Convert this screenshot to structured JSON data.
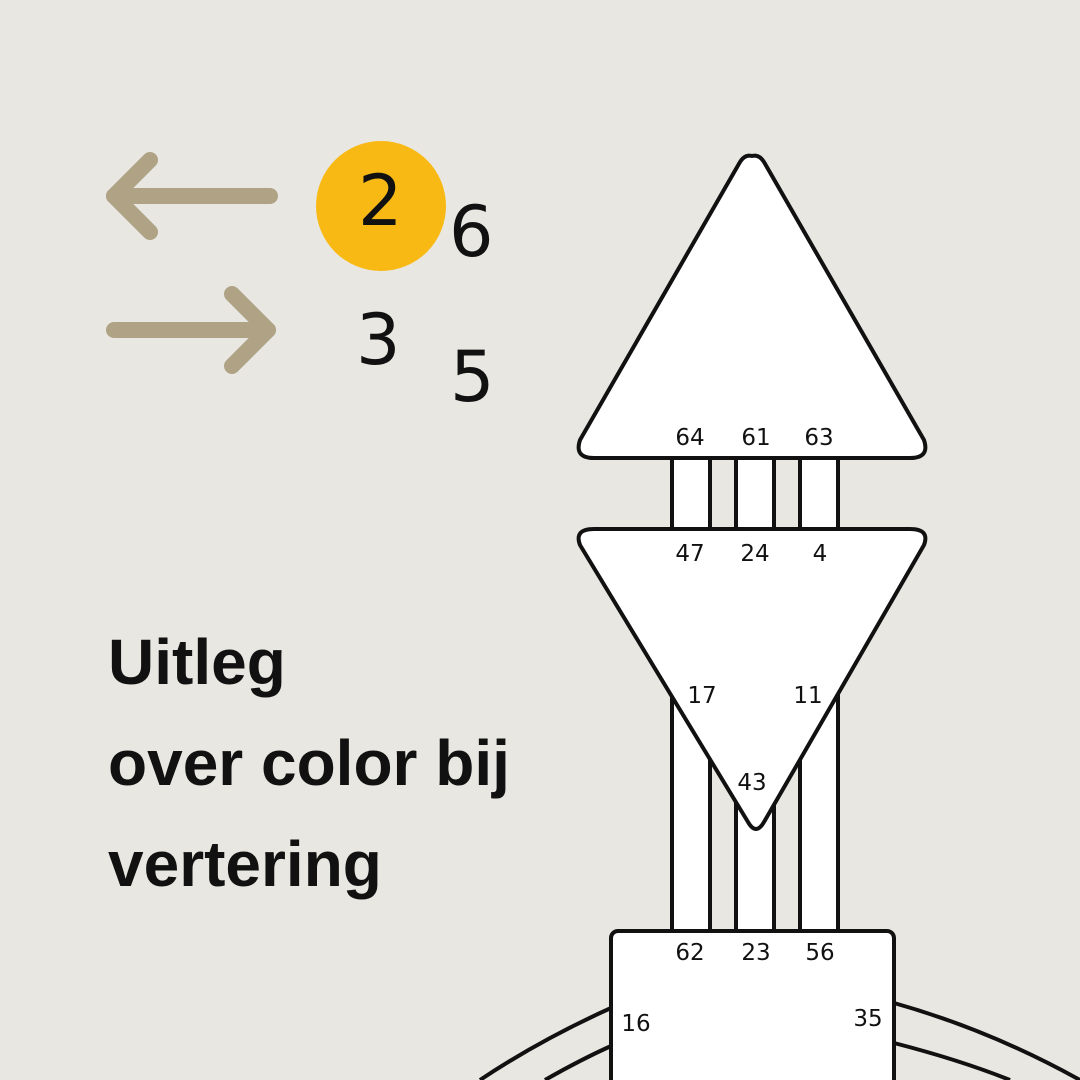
{
  "header": {
    "left_numbers": {
      "top": "2",
      "bottom": "3"
    },
    "right_numbers": {
      "top": "6",
      "bottom": "5"
    },
    "highlight_color": "#f9b915",
    "arrow_color": "#b0a385"
  },
  "title": {
    "line1": "Uitleg",
    "line2": "over color bij",
    "line3": "vertering"
  },
  "diagram": {
    "head_gates": [
      "64",
      "61",
      "63"
    ],
    "ajna_top_gates": [
      "47",
      "24",
      "4"
    ],
    "ajna_side_gates": {
      "left": "17",
      "right": "11"
    },
    "ajna_bottom_gate": "43",
    "throat_top_gates": [
      "62",
      "23",
      "56"
    ],
    "throat_side_gates": {
      "left": "16",
      "right": "35"
    }
  }
}
